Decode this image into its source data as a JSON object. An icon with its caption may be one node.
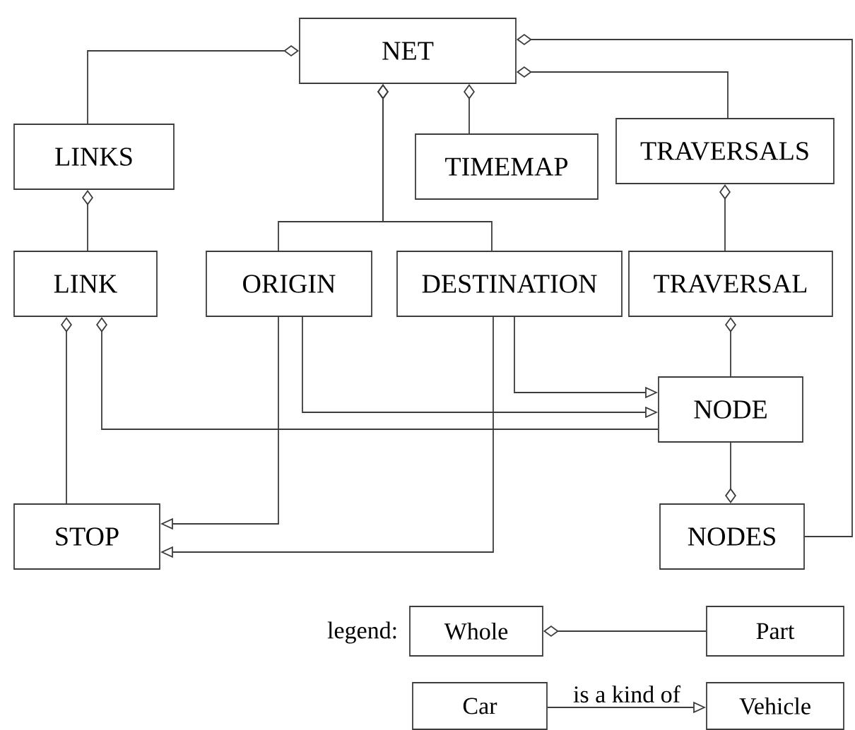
{
  "diagram": {
    "nodes": [
      {
        "text": [
          "NET"
        ]
      },
      {
        "text": [
          "LINKS"
        ]
      },
      {
        "text": [
          "TIMEMAP"
        ]
      },
      {
        "text": [
          "TRAVERSALS"
        ]
      },
      {
        "text": [
          "LINK"
        ]
      },
      {
        "text": [
          "ORIGIN"
        ]
      },
      {
        "text": [
          "DESTINATION"
        ]
      },
      {
        "text": [
          "TRAVERSAL"
        ]
      },
      {
        "text": [
          "NODE"
        ]
      },
      {
        "text": [
          "STOP"
        ]
      },
      {
        "text": [
          "NODES"
        ]
      },
      {
        "text": [
          "Whole"
        ]
      },
      {
        "text": [
          "Part"
        ]
      },
      {
        "text": [
          "Car"
        ]
      },
      {
        "text": [
          "Vehicle"
        ]
      }
    ],
    "edges": [
      {
        "from": 0,
        "to": 1,
        "arrow": "other"
      },
      {
        "from": 0,
        "to": 5,
        "arrow": "other"
      },
      {
        "from": 0,
        "to": 6,
        "arrow": "other"
      },
      {
        "from": 0,
        "to": 2,
        "arrow": "other"
      },
      {
        "from": 0,
        "to": 3,
        "arrow": "other"
      },
      {
        "from": 0,
        "to": 10,
        "arrow": "other"
      },
      {
        "from": 1,
        "to": 4,
        "arrow": "other"
      },
      {
        "from": 3,
        "to": 7,
        "arrow": "other"
      },
      {
        "from": 4,
        "to": 9,
        "arrow": "other"
      },
      {
        "from": 4,
        "to": 8,
        "arrow": "other"
      },
      {
        "from": 7,
        "to": 8,
        "arrow": "other"
      },
      {
        "from": 10,
        "to": 8,
        "arrow": "other"
      },
      {
        "from": 5,
        "to": 8,
        "arrow": "to"
      },
      {
        "from": 6,
        "to": 8,
        "arrow": "to"
      },
      {
        "from": 5,
        "to": 9,
        "arrow": "to"
      },
      {
        "from": 6,
        "to": 9,
        "arrow": "to"
      },
      {
        "from": 11,
        "to": 12,
        "arrow": "other"
      },
      {
        "from": 13,
        "to": 14,
        "arrow": "to",
        "label": "is a kind of"
      }
    ],
    "labels": [
      "legend:"
    ]
  }
}
